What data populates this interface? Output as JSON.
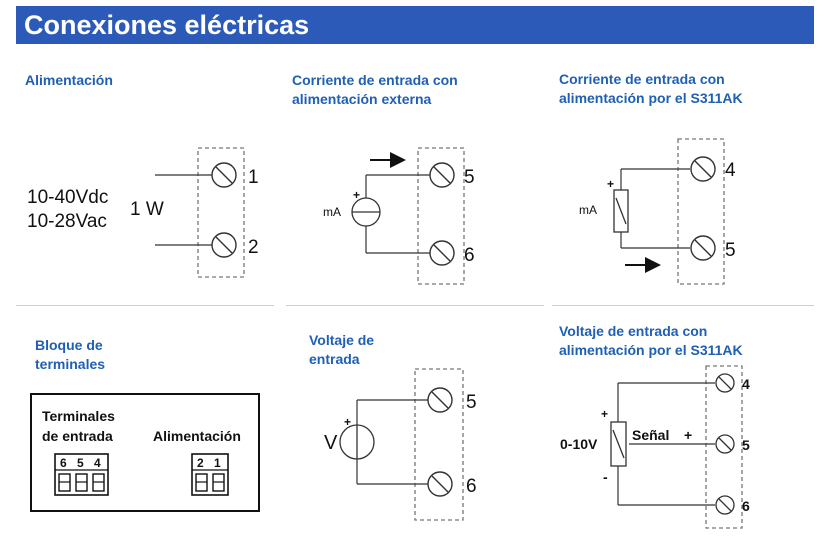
{
  "header": {
    "title": "Conexiones eléctricas"
  },
  "panels": {
    "power": {
      "title": "Alimentación",
      "range_dc": "10-40Vdc",
      "range_ac": "10-28Vac",
      "power": "1 W",
      "terminals": [
        "1",
        "2"
      ]
    },
    "current_ext": {
      "title_line1": "Corriente de entrada con",
      "title_line2": "alimentación externa",
      "source_label": "mA",
      "plus": "+",
      "terminals": [
        "5",
        "6"
      ]
    },
    "current_int": {
      "title_line1": "Corriente de entrada con",
      "title_line2": "alimentación por el S311AK",
      "source_label": "mA",
      "plus": "+",
      "terminals": [
        "4",
        "5"
      ]
    },
    "block": {
      "title_line1": "Bloque de",
      "title_line2": "terminales",
      "inputs_line1": "Terminales",
      "inputs_line2": "de entrada",
      "supply_label": "Alimentación",
      "input_pins": [
        "6",
        "5",
        "4"
      ],
      "supply_pins": [
        "2",
        "1"
      ]
    },
    "voltage": {
      "title_line1": "Voltaje de",
      "title_line2": "entrada",
      "source_label": "V",
      "plus": "+",
      "terminals": [
        "5",
        "6"
      ]
    },
    "voltage_int": {
      "title_line1": "Voltaje de entrada con",
      "title_line2": "alimentación por el S311AK",
      "range": "0-10V",
      "signal": "Señal",
      "plus": "+",
      "minus": "-",
      "terminals": [
        "4",
        "5",
        "6"
      ]
    }
  },
  "colors": {
    "header_bg": "#2c5ab8",
    "title_text": "#1f5fb4",
    "line": "#333333",
    "terminal_box": "#777777"
  }
}
